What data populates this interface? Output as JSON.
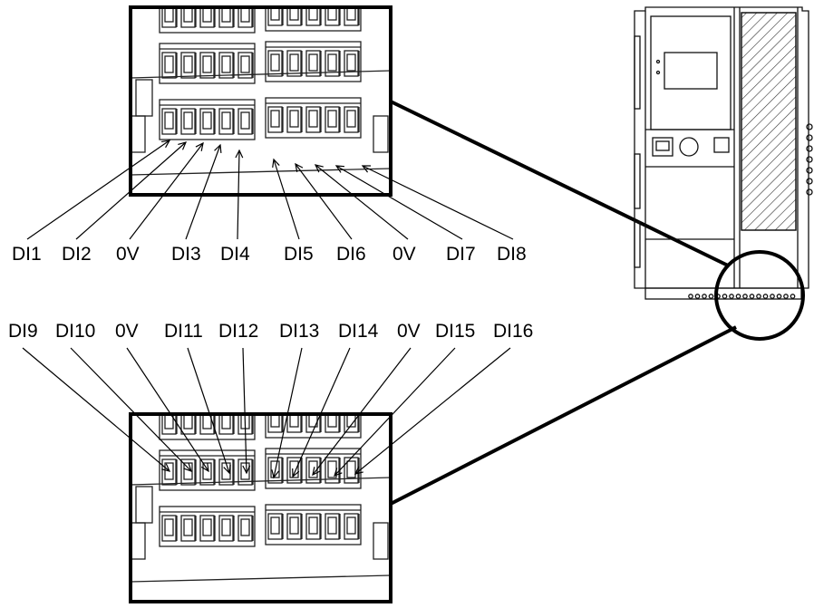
{
  "top_labels": [
    "DI1",
    "DI2",
    "0V",
    "DI3",
    "DI4",
    "DI5",
    "DI6",
    "0V",
    "DI7",
    "DI8"
  ],
  "bottom_labels": [
    "DI9",
    "DI10",
    "0V",
    "DI11",
    "DI12",
    "DI13",
    "DI14",
    "0V",
    "DI15",
    "DI16"
  ]
}
